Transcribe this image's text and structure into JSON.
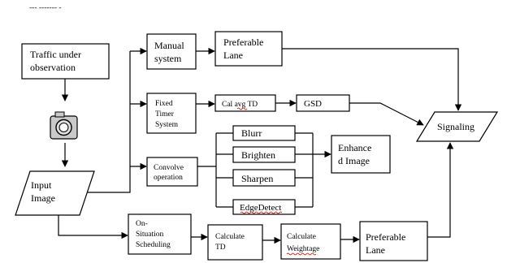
{
  "header_fragment": "--- ------- -",
  "nodes": {
    "traffic": [
      "Traffic under",
      "observation"
    ],
    "manual": [
      "Manual",
      "system"
    ],
    "pref_lane_top": [
      "Preferable",
      "Lane"
    ],
    "fixed_timer": [
      "Fixed",
      "Timer",
      "System"
    ],
    "cal_avg_td": "Cal avg TD",
    "gsd": "GSD",
    "signaling": "Signaling",
    "blurr": "Blurr",
    "brighten": "Brighten",
    "sharpen": "Sharpen",
    "edgedetect": "EdgeDetect",
    "enhanced_image": [
      "Enhance",
      "d Image"
    ],
    "convolve": [
      "Convolve",
      "operation"
    ],
    "input_image": [
      "Input",
      "Image"
    ],
    "on_situation": [
      "On-",
      "Situation",
      "Scheduling"
    ],
    "calculate_td": [
      "Calculate",
      "TD"
    ],
    "calculate_weightage": [
      "Calculate",
      "Weightage"
    ],
    "pref_lane_bottom": [
      "Preferable",
      "Lane"
    ]
  },
  "icons": {
    "camera": "camera-icon"
  },
  "colors": {
    "stroke": "#000000",
    "background": "#ffffff",
    "spellcheck_underline": "#d00000"
  }
}
